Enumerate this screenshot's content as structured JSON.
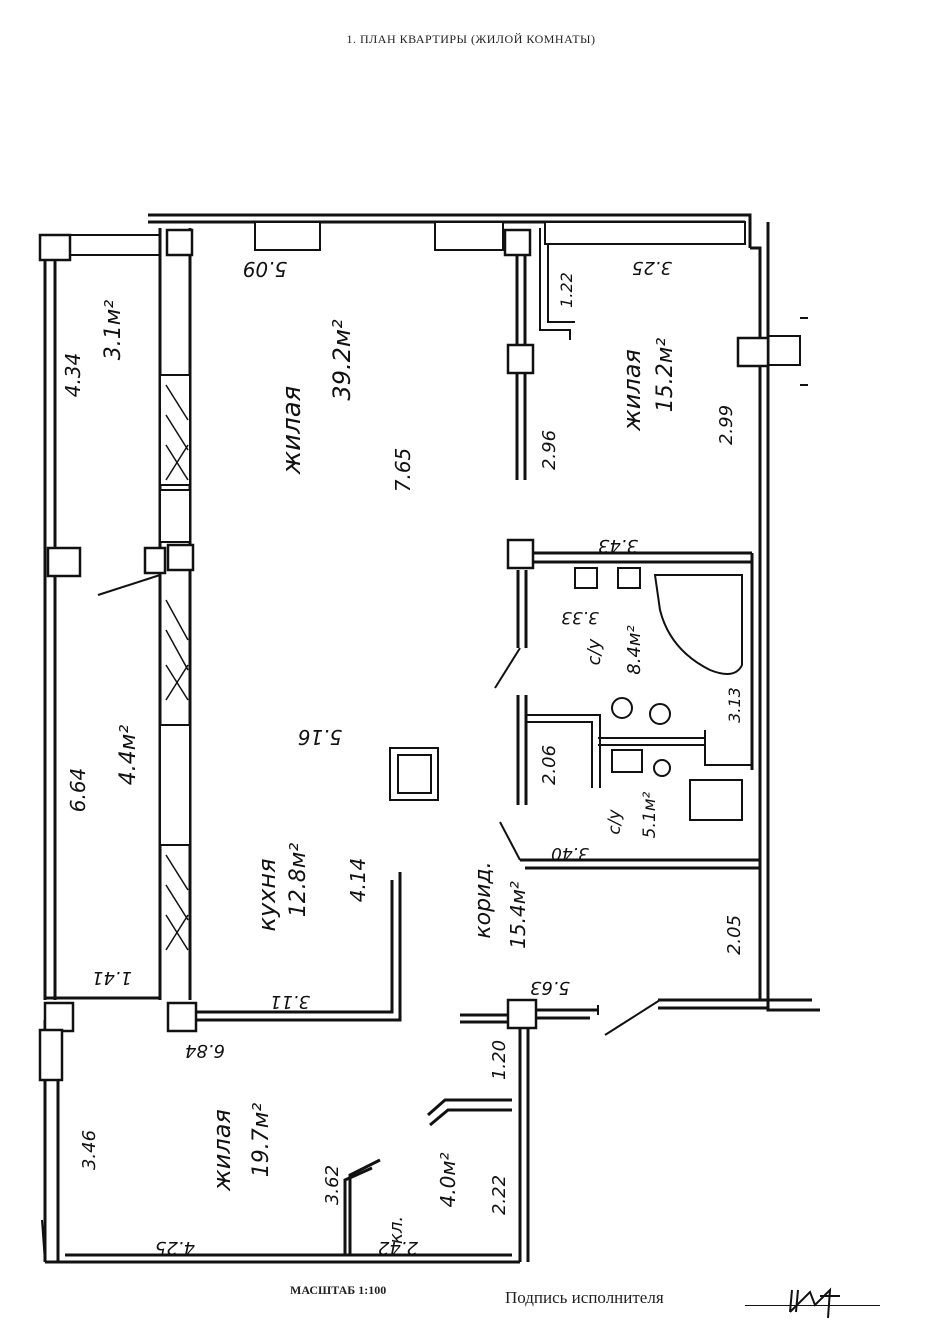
{
  "header": {
    "title": "1. ПЛАН КВАРТИРЫ (ЖИЛОЙ КОМНАТЫ)"
  },
  "footer": {
    "scale": "МАСШТАБ 1:100",
    "signature_label": "Подпись исполнителя"
  },
  "rooms": {
    "balcony_top": {
      "area": "3.1м²",
      "length": "4.34"
    },
    "living_main": {
      "name": "жилая",
      "area": "39.2м²",
      "dim_a": "7.65",
      "dim_top": "5.09",
      "dim_mid": "5.16"
    },
    "living_right": {
      "name": "жилая",
      "area": "15.2м²",
      "dim_top": "3.25",
      "dim_side": "2.99",
      "dim_left": "2.96",
      "dim_nook": "1.22"
    },
    "bath": {
      "name": "с/у",
      "area": "8.4м²",
      "dim_top": "3.43",
      "dim_inner": "3.33",
      "dim_side": "3.13"
    },
    "balcony_mid": {
      "area": "4.4м²",
      "length": "6.64"
    },
    "toilet": {
      "name": "с/у",
      "area": "5.1м²",
      "dim_left": "2.06",
      "dim_bottom": "3.40"
    },
    "kitchen": {
      "name": "кухня",
      "area": "12.8м²",
      "dim_a": "4.14",
      "dim_bottom": "3.11",
      "dim_side": "1.41"
    },
    "corridor": {
      "name": "корид.",
      "area": "15.4м²",
      "dim_top": "5.63",
      "dim_door": "1.20",
      "dim_right": "2.05"
    },
    "living_bottom": {
      "name": "жилая",
      "area": "19.7м²",
      "dim_top": "6.84",
      "dim_side": "3.46",
      "dim_bottom": "4.25"
    },
    "closet": {
      "name": "кл.",
      "area": "4.0м²",
      "dim_a": "3.62",
      "dim_b": "2.42",
      "dim_c": "2.22"
    }
  }
}
